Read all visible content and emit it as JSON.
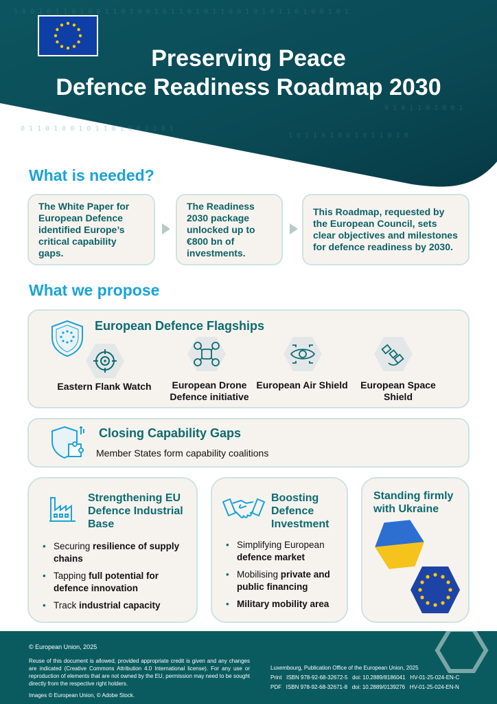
{
  "header": {
    "title_line1": "Preserving Peace",
    "title_line2": "Defence Readiness Roadmap 2030",
    "colors": {
      "hero": "#0a4b55",
      "accent": "#1aa3d6",
      "teal": "#0d6b70"
    }
  },
  "needed": {
    "heading": "What is needed?",
    "boxes": [
      "The White Paper for European Defence identified Europe’s critical capability gaps.",
      "The Readiness 2030 package unlocked up to €800 bn of investments.",
      "This Roadmap, requested by the European Council, sets clear objectives and milestones for defence readiness by 2030."
    ]
  },
  "propose": {
    "heading": "What we propose",
    "flagships": {
      "title": "European Defence Flagships",
      "items": [
        {
          "label": "Eastern Flank Watch",
          "icon": "crosshair-icon"
        },
        {
          "label": "European Drone Defence initiative",
          "icon": "drone-icon"
        },
        {
          "label": "European Air Shield",
          "icon": "eye-icon"
        },
        {
          "label": "European Space Shield",
          "icon": "satellite-icon"
        }
      ]
    },
    "gaps": {
      "title": "Closing Capability Gaps",
      "text": "Member States form capability coalitions"
    },
    "industrial": {
      "title": "Strengthening EU Defence Industrial Base",
      "bullets": [
        {
          "pre": "Securing ",
          "bold": "resilience of supply chains",
          "post": ""
        },
        {
          "pre": "Tapping ",
          "bold": "full potential for defence innovation",
          "post": ""
        },
        {
          "pre": "Track ",
          "bold": "industrial capacity",
          "post": ""
        }
      ]
    },
    "investment": {
      "title": "Boosting Defence Investment",
      "bullets": [
        {
          "pre": "Simplifying European ",
          "bold": "defence market",
          "post": ""
        },
        {
          "pre": "Mobilising ",
          "bold": "private and public financing",
          "post": ""
        },
        {
          "pre": "",
          "bold": "Military mobility area",
          "post": ""
        }
      ]
    },
    "ukraine": {
      "title": "Standing firmly with Ukraine"
    }
  },
  "footer": {
    "copyright": "© European Union, 2025",
    "reuse": "Reuse of this document is allowed, provided appropriate credit is given and any changes are indicated (Creative Commons Attribution 4.0 International license). For any use or reproduction of elements that are not owned by the EU, permission may need to be sought directly from the respective right holders.",
    "images": "Images © European Union, © Adobe Stock.",
    "publisher": "Luxembourg, Publication Office of the European Union, 2025",
    "print_line": "Print   ISBN 978-92-68-32672-5   doi: 10.2889/8186041   HV-01-25-024-EN-C",
    "pdf_line": "PDF   ISBN 978-92-68-32671-8   doi: 10.2889/0139276   HV-01-25-024-EN-N"
  }
}
